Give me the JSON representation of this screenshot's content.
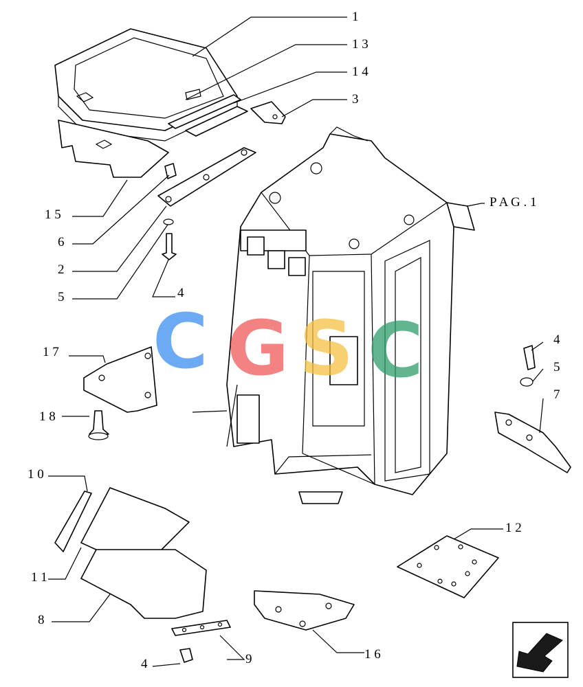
{
  "callouts": [
    {
      "id": "c1",
      "text": "1"
    },
    {
      "id": "c13",
      "text": "1 3"
    },
    {
      "id": "c14",
      "text": "1 4"
    },
    {
      "id": "c3",
      "text": "3"
    },
    {
      "id": "cpag",
      "text": "P A G . 1"
    },
    {
      "id": "c15",
      "text": "1 5"
    },
    {
      "id": "c6",
      "text": "6"
    },
    {
      "id": "c2",
      "text": "2"
    },
    {
      "id": "c5a",
      "text": "5"
    },
    {
      "id": "c4a",
      "text": "4"
    },
    {
      "id": "c17",
      "text": "1 7"
    },
    {
      "id": "c18",
      "text": "1 8"
    },
    {
      "id": "c4b",
      "text": "4"
    },
    {
      "id": "c5b",
      "text": "5"
    },
    {
      "id": "c7",
      "text": "7"
    },
    {
      "id": "c10",
      "text": "1 0"
    },
    {
      "id": "c11",
      "text": "1 1"
    },
    {
      "id": "c8",
      "text": "8"
    },
    {
      "id": "c12",
      "text": "1 2"
    },
    {
      "id": "c16",
      "text": "1 6"
    },
    {
      "id": "c9",
      "text": "9"
    },
    {
      "id": "c4c",
      "text": "4"
    }
  ],
  "watermark": {
    "letters": [
      "C",
      "G",
      "S",
      "C"
    ],
    "colors": [
      "#3b8ef0",
      "#ef5a5a",
      "#f5c242",
      "#2e9e6a"
    ]
  },
  "nav": {
    "icon": "arrow-back-icon"
  }
}
